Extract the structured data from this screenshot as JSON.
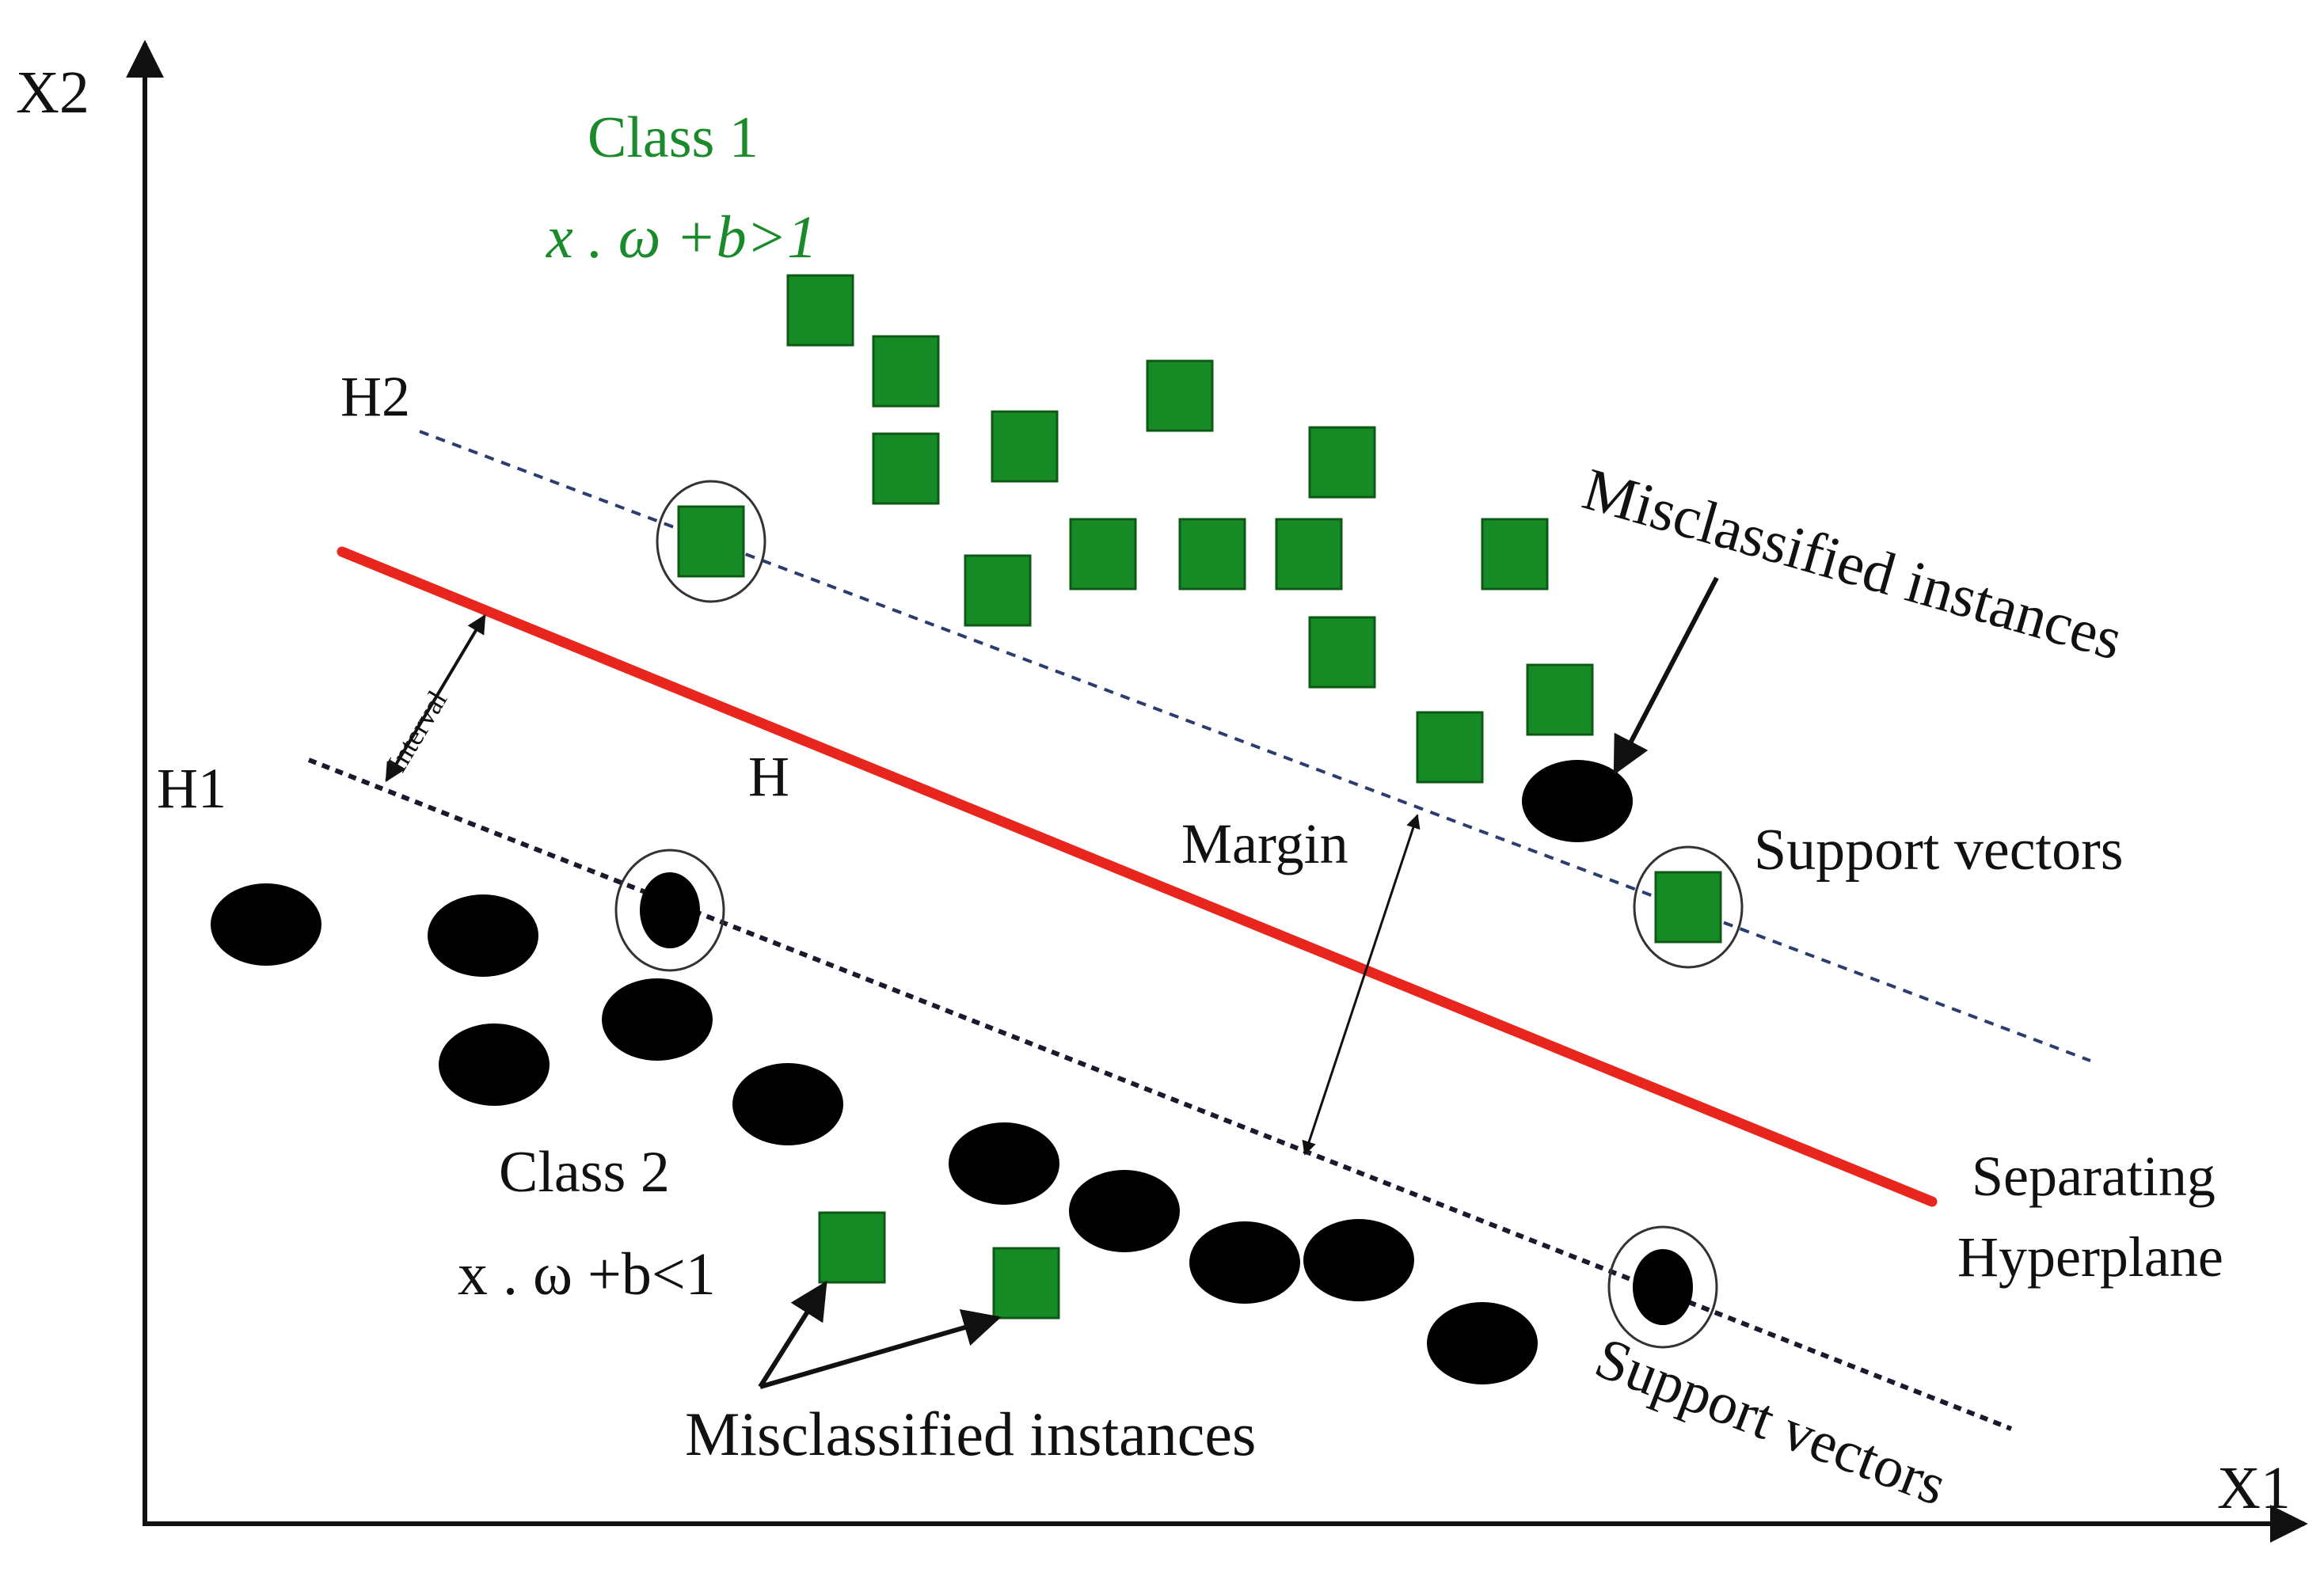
{
  "axes": {
    "x_label": "X1",
    "y_label": "X2"
  },
  "lines": {
    "h_label": "H",
    "h1_label": "H1",
    "h2_label": "H2"
  },
  "class1": {
    "name": "Class 1",
    "equation": "x . ω +b>1"
  },
  "class2": {
    "name": "Class 2",
    "equation": "x . ω +b<1"
  },
  "annotations": {
    "interval": "Interval",
    "margin": "Margin",
    "misclassified_top": "Misclassified instances",
    "misclassified_bottom": "Misclassified instances",
    "support_vectors_top": "Support vectors",
    "support_vectors_bottom": "Support vectors",
    "separating_line1": "Separating",
    "separating_line2": "Hyperplane"
  },
  "colors": {
    "class1": "#168a24",
    "class2": "#000000",
    "hyperplane": "#e8261e",
    "class1_text": "#1a8a2a"
  }
}
